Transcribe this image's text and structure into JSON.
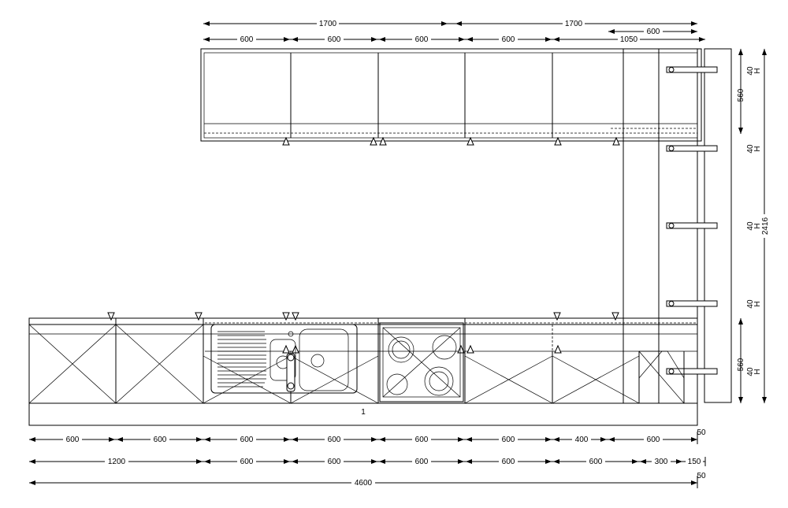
{
  "top_dims": {
    "row1": [
      "1700",
      "1700"
    ],
    "row2": [
      "600",
      "600",
      "600",
      "600",
      "1050"
    ],
    "extra": "600"
  },
  "bottom_dims": {
    "row1": [
      "600",
      "600",
      "600",
      "600",
      "600",
      "600",
      "400",
      "600"
    ],
    "row1_end": "50",
    "row2": [
      "1200",
      "600",
      "600",
      "600",
      "600",
      "600",
      "300",
      "150"
    ],
    "total": "4600",
    "total_end": "50"
  },
  "right_dims": {
    "upper": "560",
    "lower": "560",
    "overall": "2416",
    "shelf_labels": [
      "40",
      "40",
      "40",
      "40",
      "40"
    ],
    "shelf_marker": "H"
  },
  "plinth_label": "1"
}
